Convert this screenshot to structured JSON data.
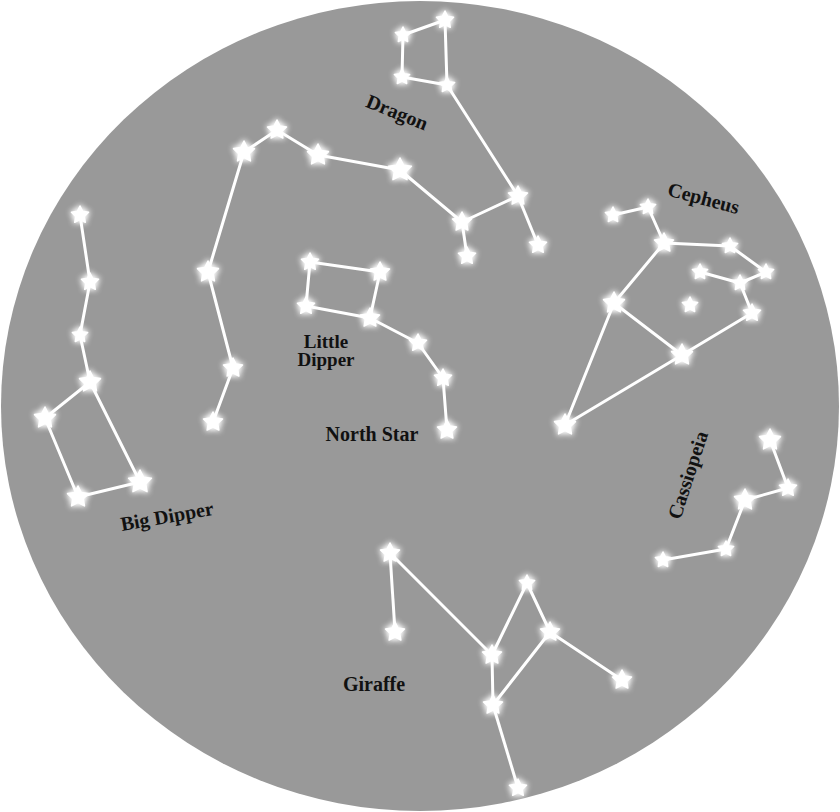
{
  "diagram": {
    "labels": [
      "Dragon",
      "Cepheus",
      "Little Dipper",
      "North Star",
      "Cassiopeia",
      "Big Dipper",
      "Giraffe"
    ]
  }
}
